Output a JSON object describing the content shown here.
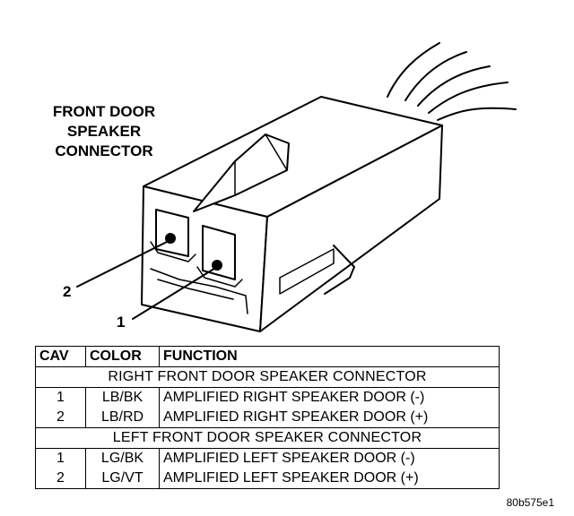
{
  "diagram": {
    "title_lines": [
      "FRONT DOOR",
      "SPEAKER",
      "CONNECTOR"
    ],
    "callout_1": "1",
    "callout_2": "2",
    "figure_code": "80b575e1"
  },
  "table": {
    "headers": {
      "cav": "CAV",
      "color": "COLOR",
      "function": "FUNCTION"
    },
    "sections": [
      {
        "title": "RIGHT FRONT DOOR SPEAKER CONNECTOR",
        "rows": [
          {
            "cav": "1",
            "color": "LB/BK",
            "function": "AMPLIFIED RIGHT SPEAKER DOOR (-)"
          },
          {
            "cav": "2",
            "color": "LB/RD",
            "function": "AMPLIFIED RIGHT SPEAKER DOOR (+)"
          }
        ]
      },
      {
        "title": "LEFT FRONT DOOR SPEAKER CONNECTOR",
        "rows": [
          {
            "cav": "1",
            "color": "LG/BK",
            "function": "AMPLIFIED LEFT SPEAKER DOOR (-)"
          },
          {
            "cav": "2",
            "color": "LG/VT",
            "function": "AMPLIFIED LEFT SPEAKER DOOR (+)"
          }
        ]
      }
    ]
  }
}
